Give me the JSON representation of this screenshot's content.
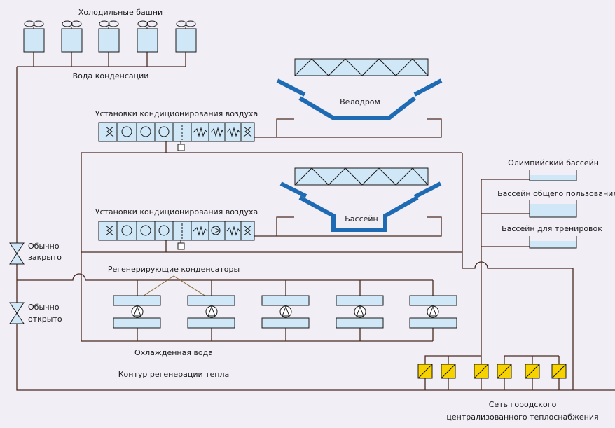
{
  "labels": {
    "cooling_towers": "Холодильные башни",
    "condenser_water": "Вода конденсации",
    "velodrome": "Велодром",
    "ahu_top": "Установки кондиционирования воздуха",
    "ahu_bottom": "Установки кондиционирования воздуха",
    "pool": "Бассейн",
    "olympic_pool": "Олимпийский бассейн",
    "public_pool": "Бассейн общего пользования",
    "training_pool": "Бассейн для тренировок",
    "valve_closed_1": "Обычно",
    "valve_closed_2": "закрыто",
    "valve_open_1": "Обычно",
    "valve_open_2": "открыто",
    "regen_condensers": "Регенерирующие конденсаторы",
    "chilled_water": "Охлажденная вода",
    "heat_recovery_loop": "Контур регенерации тепла",
    "district_heating_1": "Сеть городского",
    "district_heating_2": "централизованного теплоснабжения"
  },
  "colors": {
    "background": "#f1eef6",
    "equipment_fill": "#cfe7f6",
    "arena_blue": "#1f6bb3",
    "pipe": "#4a2a20",
    "heat_exchanger": "#f6d200"
  }
}
